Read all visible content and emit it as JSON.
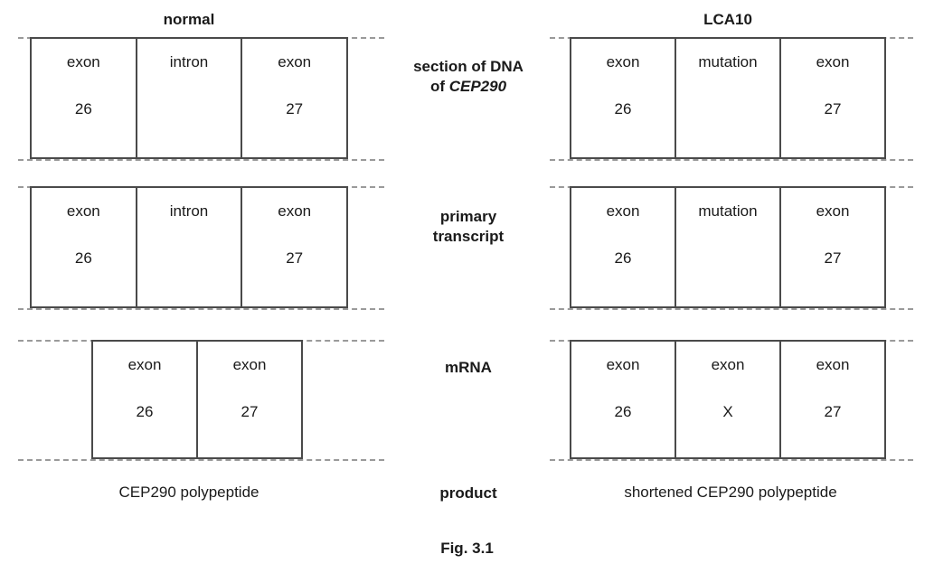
{
  "figure": {
    "caption": "Fig. 3.1",
    "columns": {
      "normal": "normal",
      "lca10": "LCA10"
    }
  },
  "row_labels": {
    "dna_line1": "section of DNA",
    "dna_line2_prefix": "of ",
    "dna_line2_gene": "CEP290",
    "primary_transcript_line1": "primary",
    "primary_transcript_line2": "transcript",
    "mrna": "mRNA",
    "product": "product"
  },
  "rows": [
    {
      "id": "section-of-dna",
      "normal": {
        "cells": [
          {
            "name": "exon",
            "number": "26"
          },
          {
            "name": "intron",
            "number": ""
          },
          {
            "name": "exon",
            "number": "27"
          }
        ]
      },
      "lca10": {
        "cells": [
          {
            "name": "exon",
            "number": "26"
          },
          {
            "name": "mutation",
            "number": ""
          },
          {
            "name": "exon",
            "number": "27"
          }
        ]
      }
    },
    {
      "id": "primary-transcript",
      "normal": {
        "cells": [
          {
            "name": "exon",
            "number": "26"
          },
          {
            "name": "intron",
            "number": ""
          },
          {
            "name": "exon",
            "number": "27"
          }
        ]
      },
      "lca10": {
        "cells": [
          {
            "name": "exon",
            "number": "26"
          },
          {
            "name": "mutation",
            "number": ""
          },
          {
            "name": "exon",
            "number": "27"
          }
        ]
      }
    },
    {
      "id": "mrna",
      "normal": {
        "cells": [
          {
            "name": "exon",
            "number": "26"
          },
          {
            "name": "exon",
            "number": "27"
          }
        ]
      },
      "lca10": {
        "cells": [
          {
            "name": "exon",
            "number": "26"
          },
          {
            "name": "exon",
            "number": "X"
          },
          {
            "name": "exon",
            "number": "27"
          }
        ]
      }
    }
  ],
  "products": {
    "normal": "CEP290 polypeptide",
    "lca10": "shortened CEP290 polypeptide"
  },
  "colors": {
    "box_border": "#4a4a4a",
    "dashed_line": "#9a9a9a",
    "text": "#1a1a1a",
    "background": "#ffffff"
  }
}
